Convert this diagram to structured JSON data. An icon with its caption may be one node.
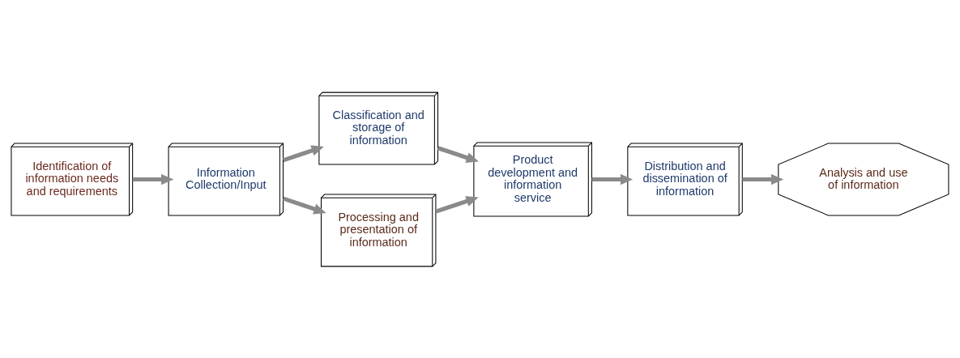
{
  "diagram": {
    "nodes": [
      {
        "text": [
          "Identification of information needs and requirements"
        ]
      },
      {
        "text": [
          "Information Collection/Input"
        ]
      },
      {
        "text": [
          "Classification and storage of information"
        ]
      },
      {
        "text": [
          "Processing and presentation of information"
        ]
      },
      {
        "text": [
          "Product development and information service"
        ]
      },
      {
        "text": [
          "Distribution and dissemination of information"
        ]
      },
      {
        "text": [
          "Analysis and use of information"
        ]
      }
    ],
    "edges": [
      {
        "from": 0,
        "to": 1,
        "arrow": "to"
      },
      {
        "from": 1,
        "to": 2,
        "arrow": "to"
      },
      {
        "from": 1,
        "to": 3,
        "arrow": "to"
      },
      {
        "from": 2,
        "to": 4,
        "arrow": "to"
      },
      {
        "from": 3,
        "to": 4,
        "arrow": "to"
      },
      {
        "from": 4,
        "to": 5,
        "arrow": "to"
      },
      {
        "from": 5,
        "to": 6,
        "arrow": "to"
      }
    ]
  }
}
